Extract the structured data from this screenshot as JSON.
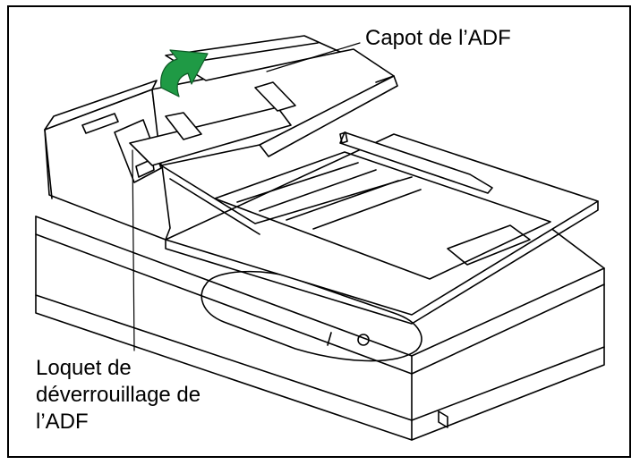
{
  "labels": {
    "cover": "Capot de l’ADF",
    "latch_line1": "Loquet de",
    "latch_line2": "déverrouillage de",
    "latch_line3": "l’ADF"
  },
  "colors": {
    "arrow": "#1f9a45",
    "outline": "#000000",
    "background": "#ffffff"
  }
}
